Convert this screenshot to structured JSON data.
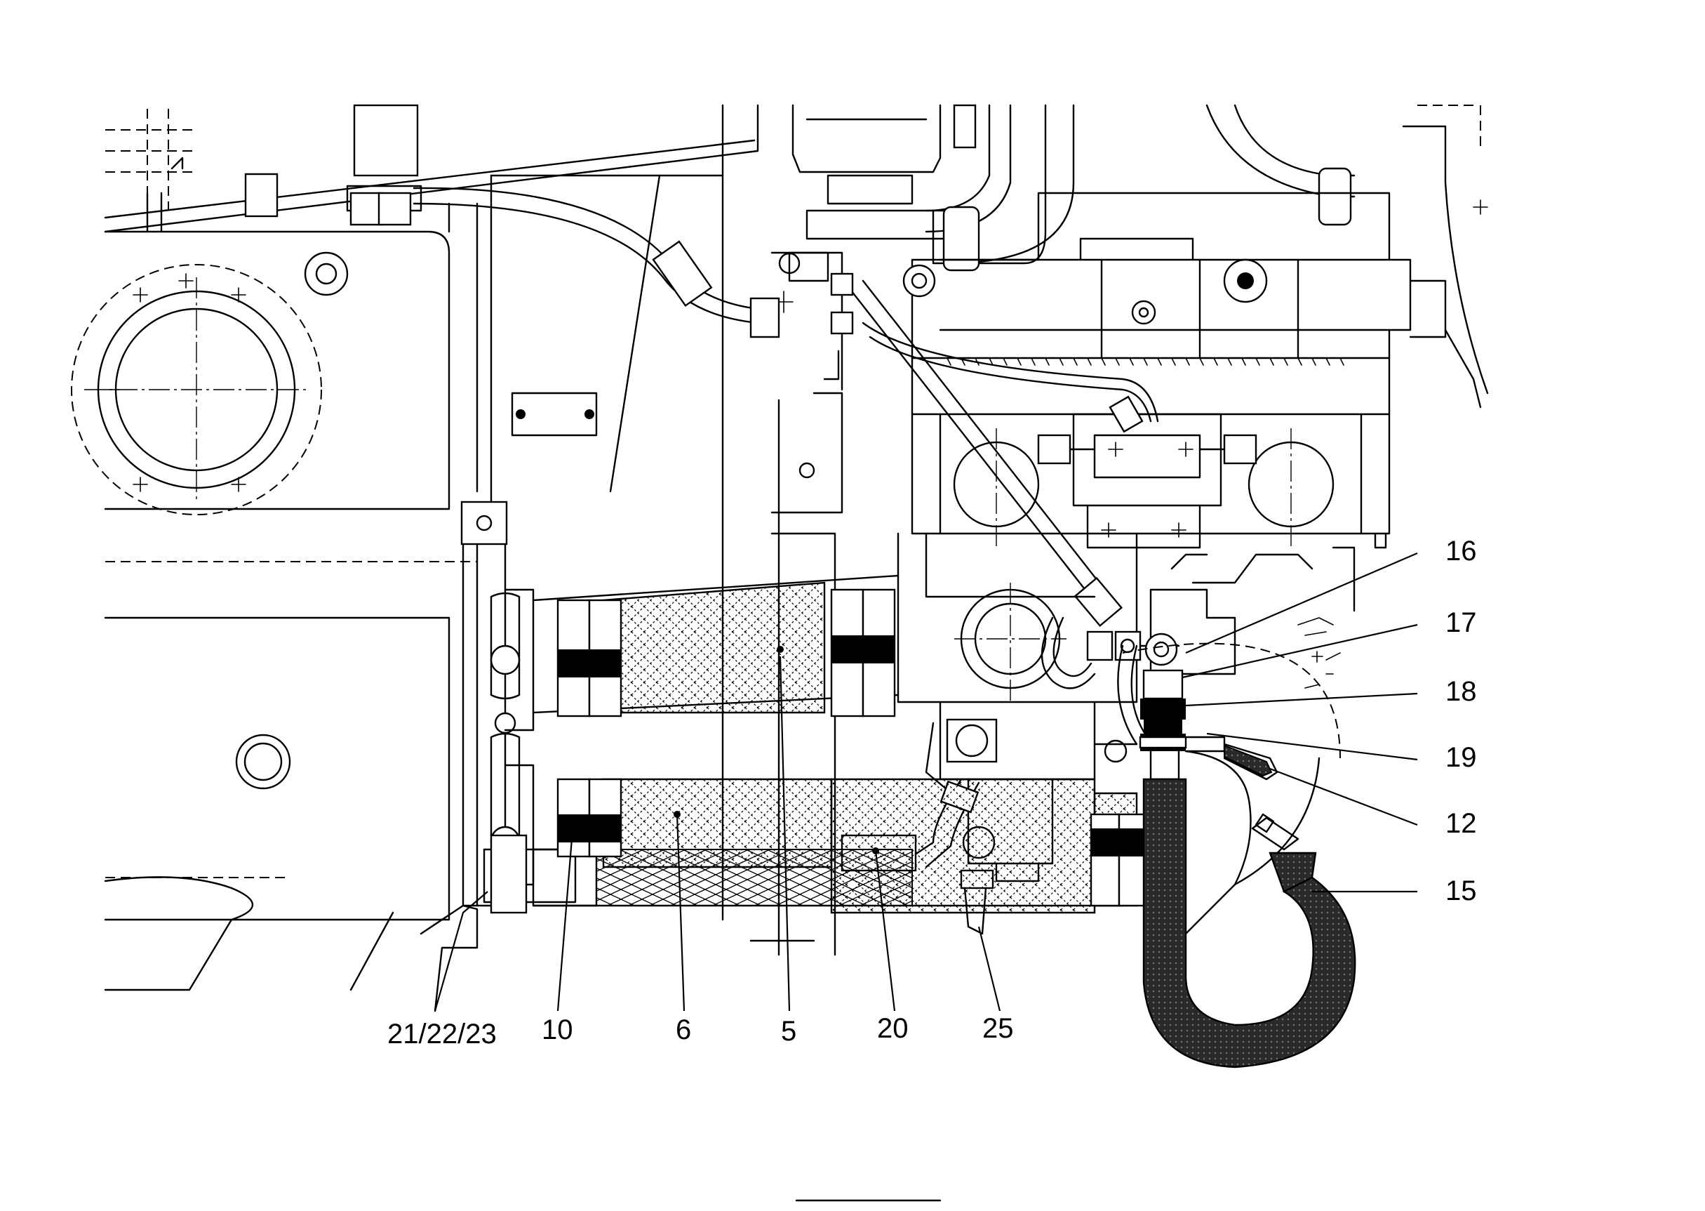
{
  "callouts": [
    {
      "id": "c16",
      "label": "16"
    },
    {
      "id": "c17",
      "label": "17"
    },
    {
      "id": "c18",
      "label": "18"
    },
    {
      "id": "c19",
      "label": "19"
    },
    {
      "id": "c12",
      "label": "12"
    },
    {
      "id": "c15",
      "label": "15"
    },
    {
      "id": "c21",
      "label": "21/22/23"
    },
    {
      "id": "c10",
      "label": "10"
    },
    {
      "id": "c6",
      "label": "6"
    },
    {
      "id": "c5",
      "label": "5"
    },
    {
      "id": "c20",
      "label": "20"
    },
    {
      "id": "c25",
      "label": "25"
    }
  ],
  "colors": {
    "line": "#000000",
    "background": "#ffffff",
    "hose_dark": "#2a2a2a"
  }
}
